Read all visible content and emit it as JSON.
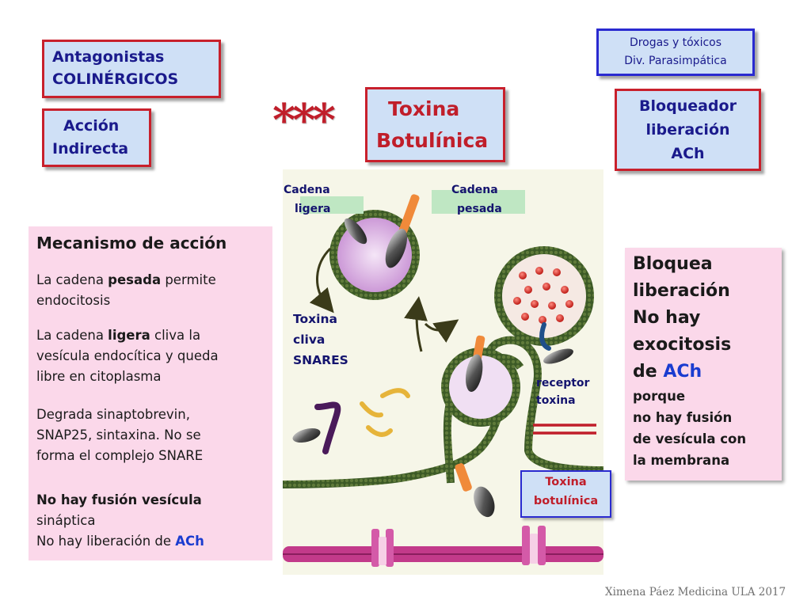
{
  "antagonistas": {
    "line1": "Antagonistas",
    "line2": "COLINÉRGICOS"
  },
  "accion": {
    "line1": "Acción",
    "line2": "Indirecta"
  },
  "asterisks": "***",
  "toxina_title": {
    "line1": "Toxina",
    "line2": "Botulínica"
  },
  "drogas": {
    "line1": "Drogas y tóxicos",
    "line2": "Div. Parasimpática"
  },
  "bloqueador": {
    "line1": "Bloqueador",
    "line2": "liberación",
    "line3": "ACh"
  },
  "mecanismo": {
    "title": "Mecanismo de acción",
    "p1": {
      "a": "La cadena ",
      "b": "pesada",
      "c": " permite",
      "d": "endocitosis"
    },
    "p2": {
      "a": "La cadena ",
      "b": "ligera",
      "c": " cliva la",
      "d": "vesícula endocítica y queda",
      "e": "libre en citoplasma"
    },
    "p3": {
      "a": "Degrada sinaptobrevin,",
      "b": "SNAP25, sintaxina.  No se",
      "c": "forma el complejo SNARE"
    },
    "p4": {
      "a": "No hay fusión vesícula",
      "b": "sináptica",
      "c": "No hay liberación de ",
      "d": "ACh"
    }
  },
  "illustration": {
    "cadena_ligera": {
      "line1": "Cadena",
      "line2": "ligera"
    },
    "cadena_pesada": {
      "line1": "Cadena",
      "line2": "pesada"
    },
    "toxina_cliva": {
      "line1": "Toxina",
      "line2": "cliva",
      "line3": "SNARES"
    },
    "receptor": {
      "line1": "receptor",
      "line2": "toxina"
    },
    "toxina_botulinica": {
      "line1": "Toxina",
      "line2": "botulínica"
    }
  },
  "bloquea": {
    "line1": "Bloquea",
    "line2": "liberación",
    "line3": "No hay",
    "line4": "exocitosis",
    "line5_a": "de ",
    "line5_b": "ACh",
    "line6": "porque",
    "line7": "no hay fusión",
    "line8": "de vesícula con",
    "line9": "la membrana"
  },
  "footer": "Ximena Páez Medicina ULA 2017",
  "colors": {
    "red_accent": "#c01e2a",
    "navy_text": "#1a1a8c",
    "box_lightblue": "#cfe0f6",
    "box_pink": "#fbd8ea",
    "membrane_green": "#2e4a1e",
    "vesicle_lilac": "#d6a8df",
    "postsynaptic_magenta": "#c23a8a"
  }
}
